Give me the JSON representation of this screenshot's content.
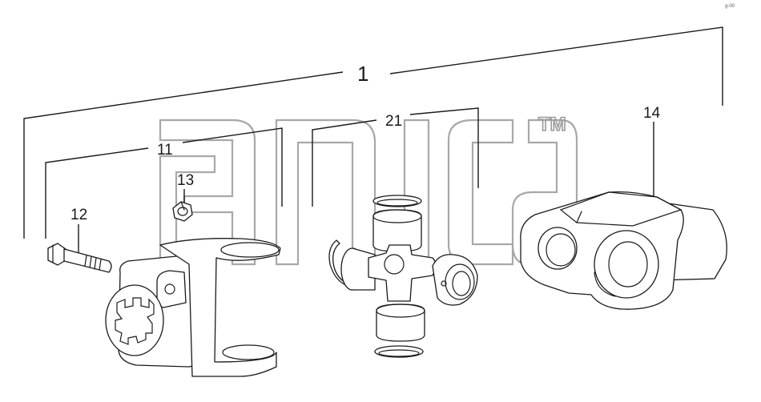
{
  "diagram": {
    "type": "exploded parts diagram",
    "callouts": {
      "assembly": "1",
      "yoke_left": "11",
      "bolt": "12",
      "nut": "13",
      "yoke_right": "14",
      "cross_kit": "21"
    },
    "trademark": "TM",
    "corner_code": "g-00"
  }
}
